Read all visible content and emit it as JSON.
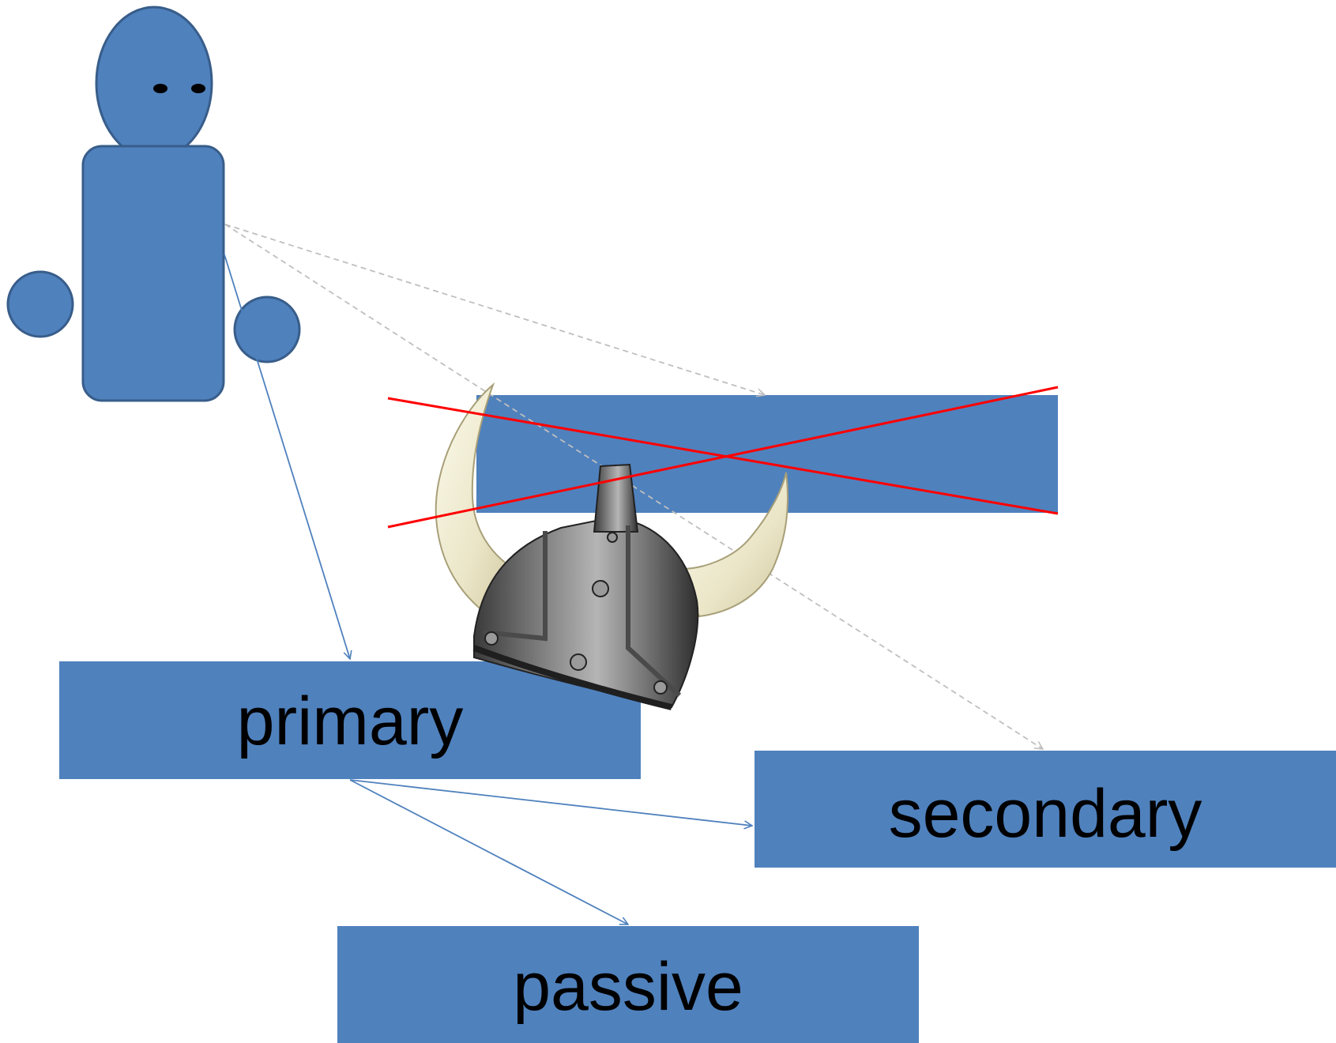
{
  "colors": {
    "box_fill": "#4F81BD",
    "box_stroke": "#385D8A",
    "arrow_solid": "#4F81BD",
    "arrow_dashed": "#BFBFBF",
    "cross_out": "#FF0000",
    "label_text": "#000000"
  },
  "nodes": {
    "primary": "primary",
    "secondary": "secondary",
    "passive": "passive",
    "crossed_out": ""
  },
  "figures": {
    "person": "person-figure",
    "helmet": "viking-helmet"
  },
  "edges": [
    {
      "from": "person",
      "to": "primary",
      "style": "solid"
    },
    {
      "from": "person",
      "to": "crossed_out",
      "style": "dashed"
    },
    {
      "from": "person",
      "to": "secondary",
      "style": "dashed"
    },
    {
      "from": "primary",
      "to": "secondary",
      "style": "solid"
    },
    {
      "from": "primary",
      "to": "passive",
      "style": "solid"
    }
  ]
}
